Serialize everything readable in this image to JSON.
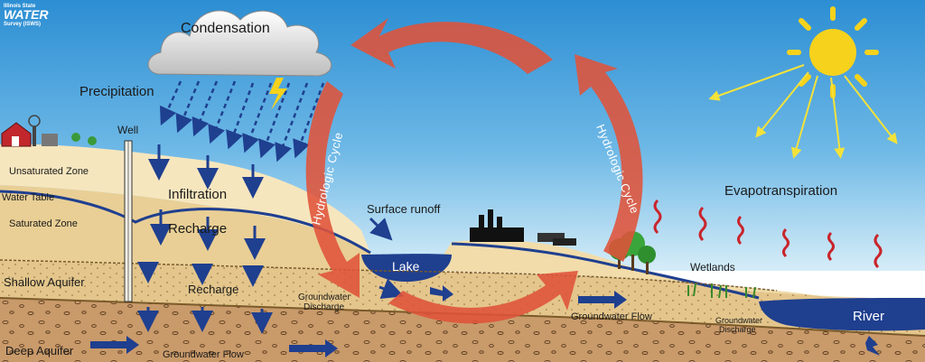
{
  "logo": {
    "line1": "Illinois State",
    "line2": "WATER",
    "line3": "Survey (ISWS)"
  },
  "colors": {
    "sky_top": "#2a8fd4",
    "sky_bottom": "#cfe9f7",
    "soil_light": "#f4e2b8",
    "soil_mid": "#e9c98f",
    "aquifer": "#d7b57c",
    "deep": "#c69a6b",
    "water": "#1f3f8f",
    "cycle_arrow": "#e0533a",
    "sun": "#f7d21c",
    "evap": "#c9252c"
  },
  "labels": {
    "condensation": "Condensation",
    "precipitation": "Precipitation",
    "well": "Well",
    "unsaturated_zone": "Unsaturated Zone",
    "water_table": "Water Table",
    "saturated_zone": "Saturated Zone",
    "infiltration": "Infiltration",
    "recharge_upper": "Recharge",
    "recharge_lower": "Recharge",
    "shallow_aquifer": "Shallow Aquifer",
    "deep_aquifer": "Deep Aquifer",
    "groundwater_flow_bottom": "Groundwater Flow",
    "groundwater_discharge_left_1": "Groundwater",
    "groundwater_discharge_left_2": "Discharge",
    "surface_runoff": "Surface runoff",
    "lake": "Lake",
    "hydrologic_cycle_left": "Hydrologic Cycle",
    "hydrologic_cycle_right": "Hydrologic Cycle",
    "evapotranspiration": "Evapotranspiration",
    "wetlands": "Wetlands",
    "groundwater_flow_right": "Groundwater Flow",
    "groundwater_discharge_right_1": "Groundwater",
    "groundwater_discharge_right_2": "Discharge",
    "river": "River"
  }
}
